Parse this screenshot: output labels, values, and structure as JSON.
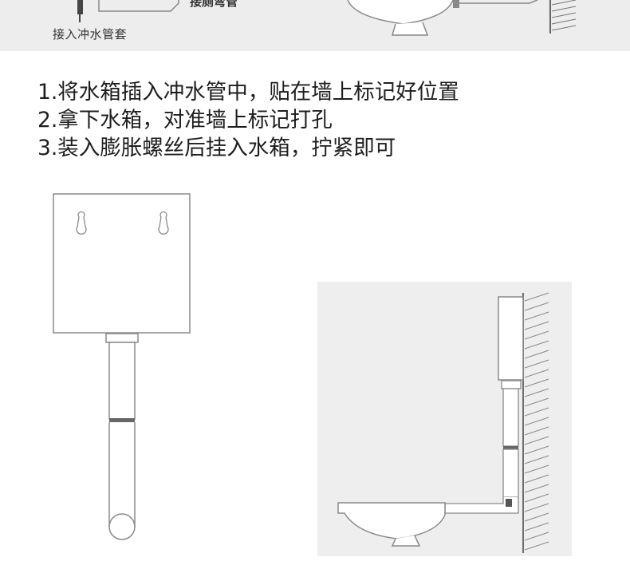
{
  "top_section": {
    "caption_pipe": "接入冲水管套",
    "caption_bend": "接厕弯管"
  },
  "instructions": {
    "steps": [
      "1.将水箱插入冲水管中，贴在墙上标记好位置",
      "2.拿下水箱，对准墙上标记打孔",
      "3.装入膨胀螺丝后挂入水箱，拧紧即可"
    ]
  },
  "colors": {
    "line": "#8a8a8a",
    "panel_bg": "#eeeeee",
    "text": "#1e1e1e"
  }
}
